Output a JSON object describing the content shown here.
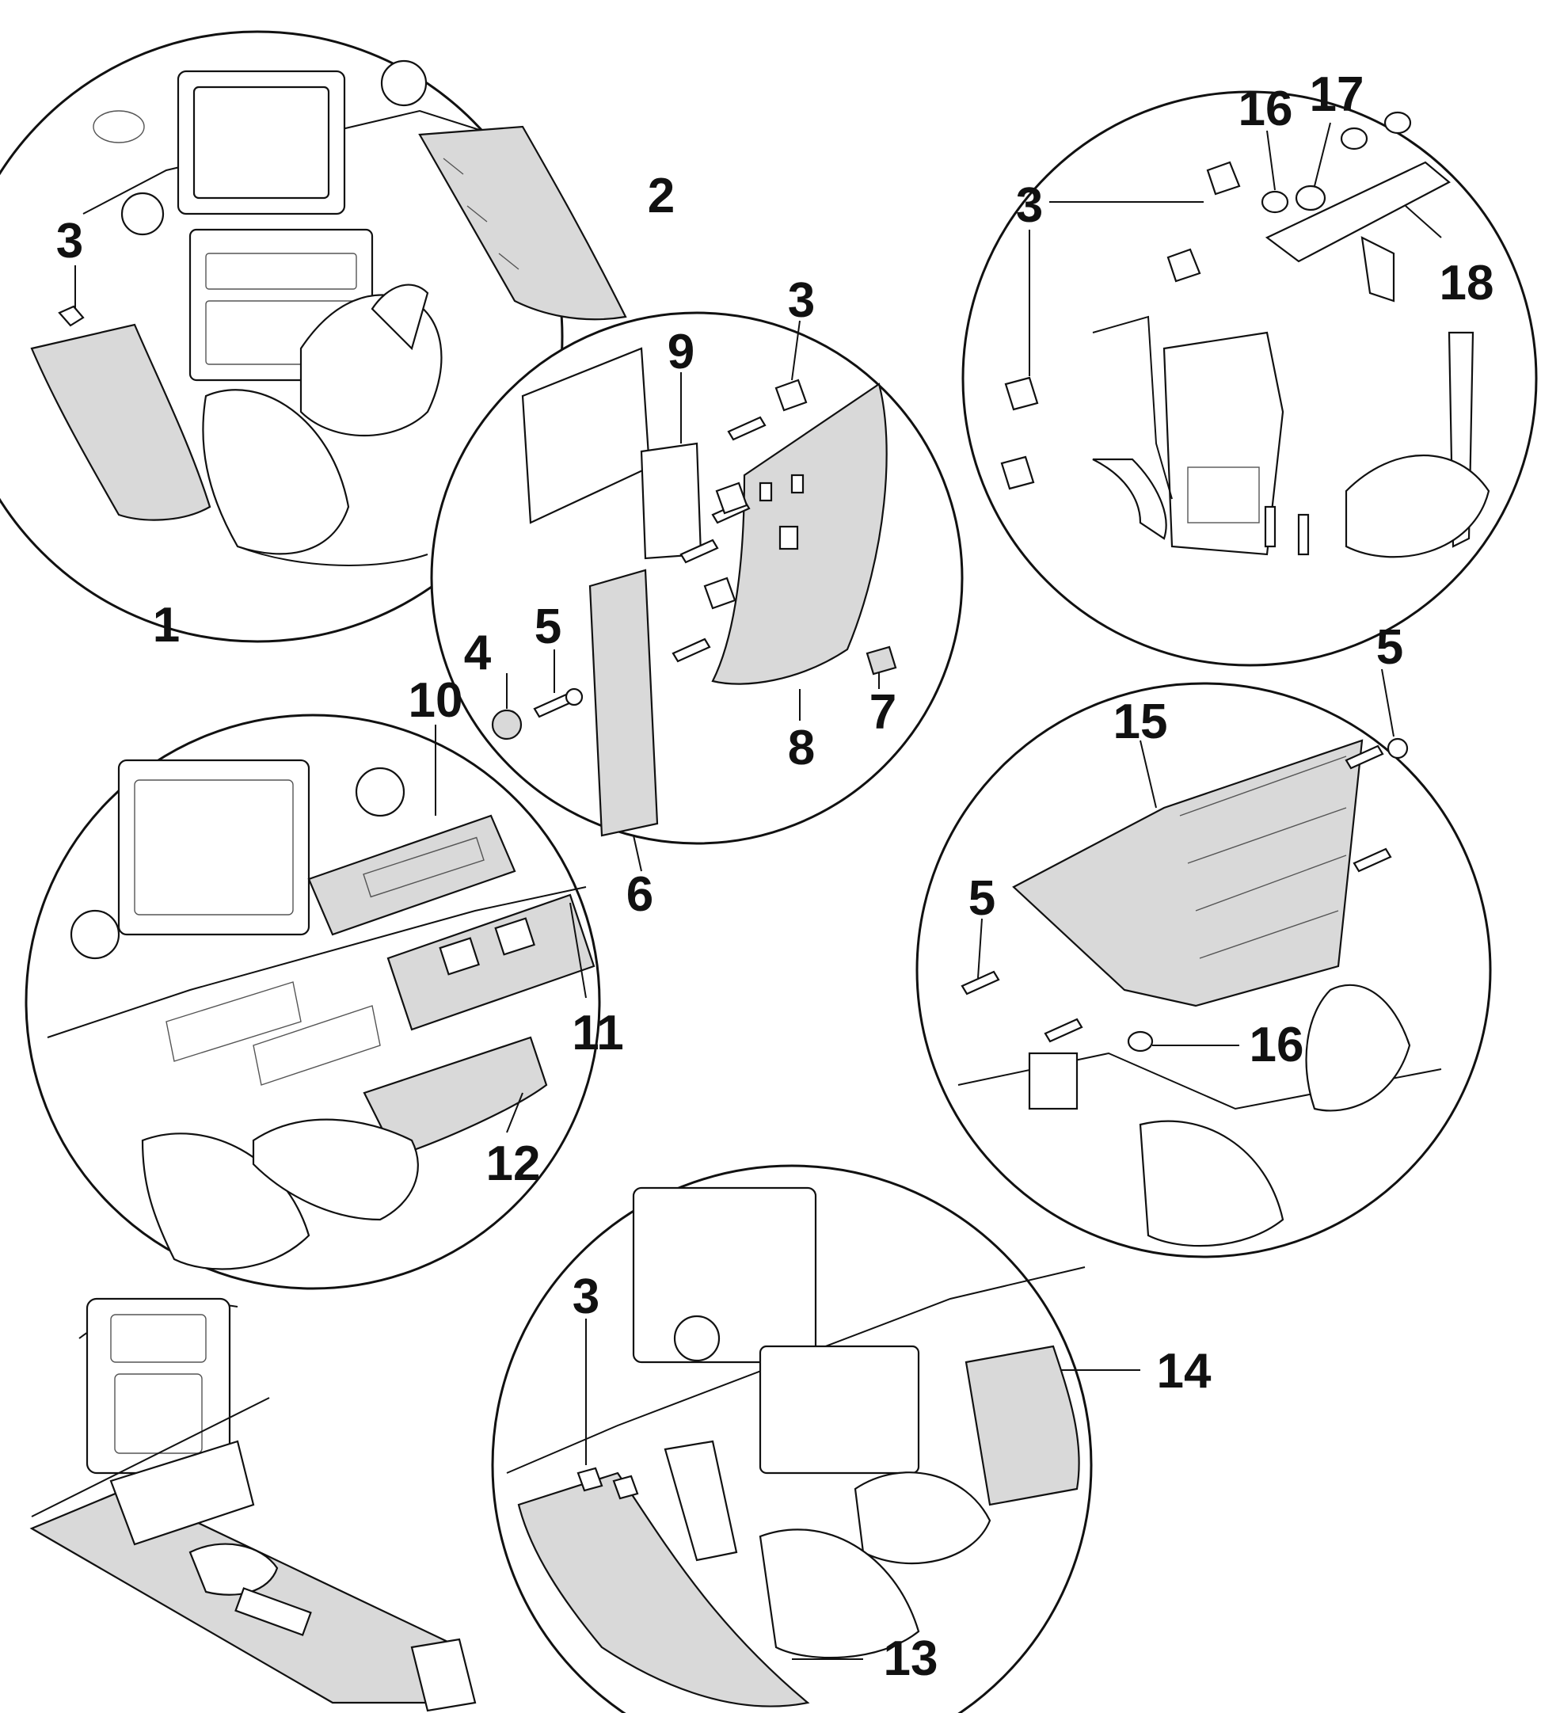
{
  "diagram": {
    "colors": {
      "line": "#111111",
      "shade": "#d9d9d9",
      "background": "#ffffff"
    },
    "callouts": [
      {
        "id": "c1",
        "label": "1"
      },
      {
        "id": "c2",
        "label": "2"
      },
      {
        "id": "c3a",
        "label": "3"
      },
      {
        "id": "c3b",
        "label": "3"
      },
      {
        "id": "c3c",
        "label": "3"
      },
      {
        "id": "c3d",
        "label": "3"
      },
      {
        "id": "c4",
        "label": "4"
      },
      {
        "id": "c5a",
        "label": "5"
      },
      {
        "id": "c5b",
        "label": "5"
      },
      {
        "id": "c5c",
        "label": "5"
      },
      {
        "id": "c6",
        "label": "6"
      },
      {
        "id": "c7",
        "label": "7"
      },
      {
        "id": "c8",
        "label": "8"
      },
      {
        "id": "c9",
        "label": "9"
      },
      {
        "id": "c10",
        "label": "10"
      },
      {
        "id": "c11",
        "label": "11"
      },
      {
        "id": "c12",
        "label": "12"
      },
      {
        "id": "c13",
        "label": "13"
      },
      {
        "id": "c14",
        "label": "14"
      },
      {
        "id": "c15",
        "label": "15"
      },
      {
        "id": "c16a",
        "label": "16"
      },
      {
        "id": "c16b",
        "label": "16"
      },
      {
        "id": "c17",
        "label": "17"
      },
      {
        "id": "c18",
        "label": "18"
      }
    ]
  }
}
